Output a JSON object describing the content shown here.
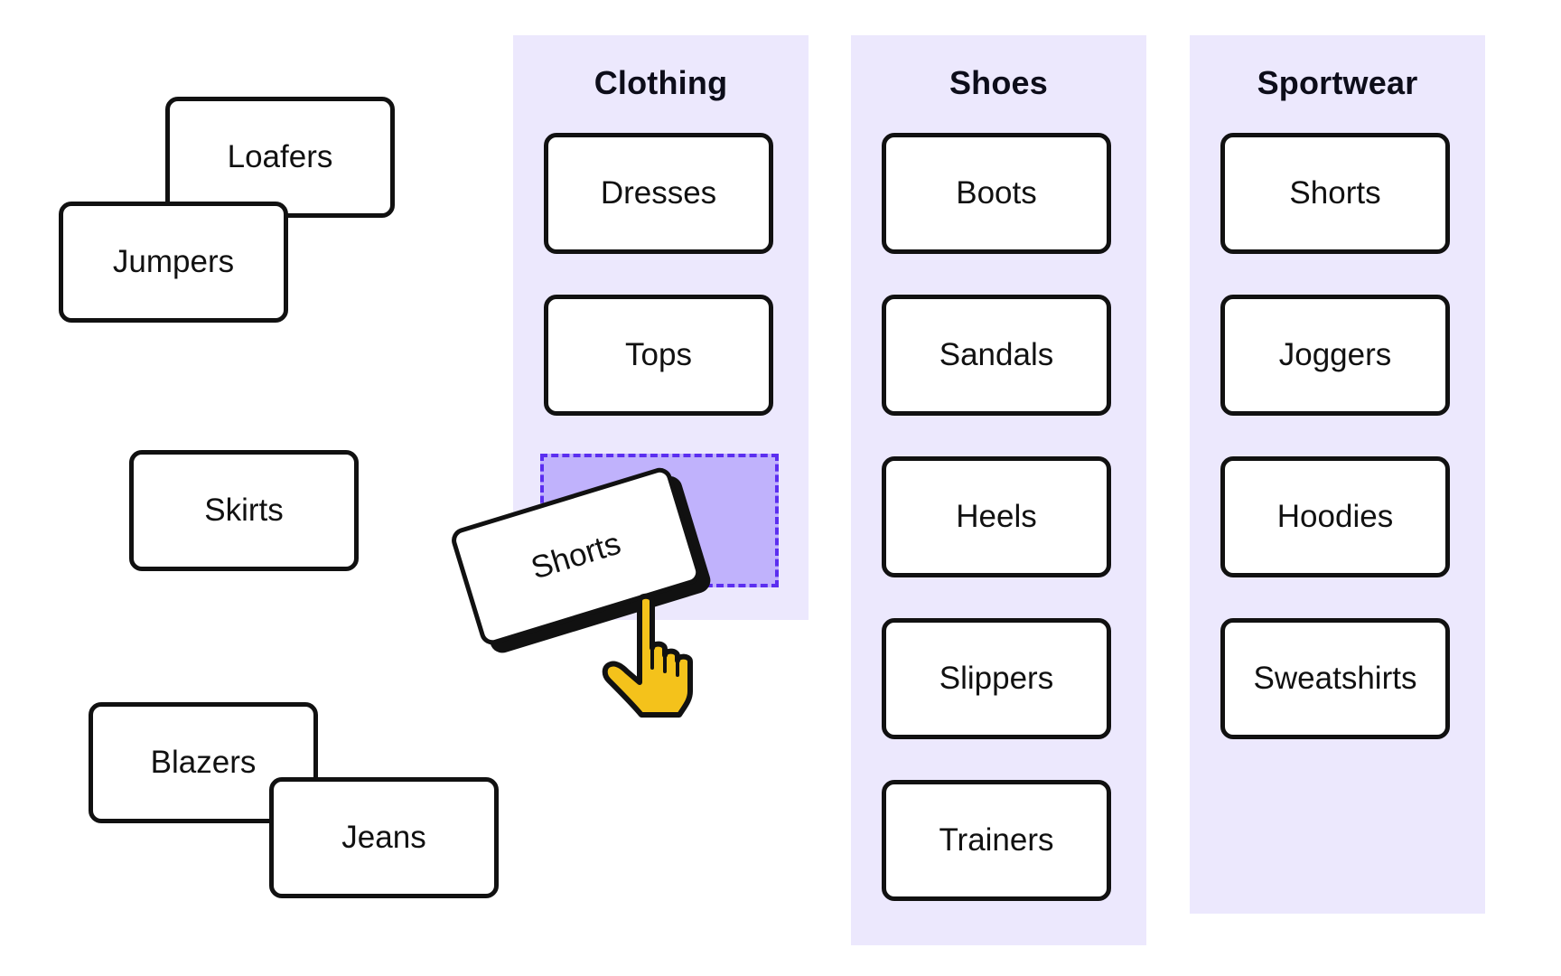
{
  "loose_cards": {
    "loafers": "Loafers",
    "jumpers": "Jumpers",
    "skirts": "Skirts",
    "blazers": "Blazers",
    "jeans": "Jeans"
  },
  "columns": [
    {
      "title": "Clothing",
      "items": [
        "Dresses",
        "Tops"
      ]
    },
    {
      "title": "Shoes",
      "items": [
        "Boots",
        "Sandals",
        "Heels",
        "Slippers",
        "Trainers"
      ]
    },
    {
      "title": "Sportwear",
      "items": [
        "Shorts",
        "Joggers",
        "Hoodies",
        "Sweatshirts"
      ]
    }
  ],
  "dragging": {
    "label": "Shorts",
    "target_column": "Clothing",
    "pointer_icon": "hand-pointer-icon"
  },
  "colors": {
    "column_bg": "#ECE8FD",
    "drop_fill": "#C0B2FC",
    "drop_border": "#5B2EF0",
    "pointer": "#F4C21B",
    "card_border": "#111111"
  }
}
